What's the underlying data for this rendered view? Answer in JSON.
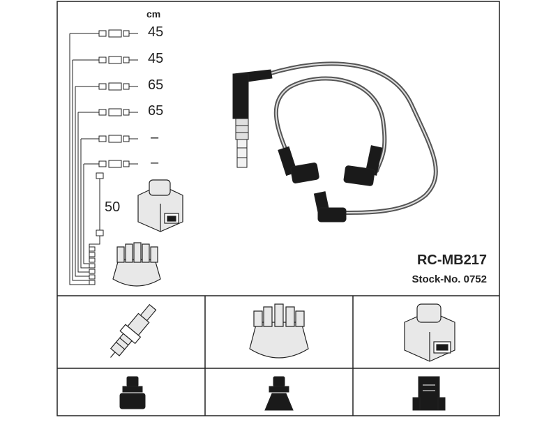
{
  "header": {
    "unit": "cm",
    "part_number": "RC-MB217",
    "stock_number": "Stock-No. 0752"
  },
  "lengths": [
    "45",
    "45",
    "65",
    "65",
    "–",
    "–"
  ],
  "coil_lead_length": "50",
  "colors": {
    "line": "#222222",
    "cable": "#555555",
    "fill": "#e8e8e8",
    "dark": "#1a1a1a"
  }
}
